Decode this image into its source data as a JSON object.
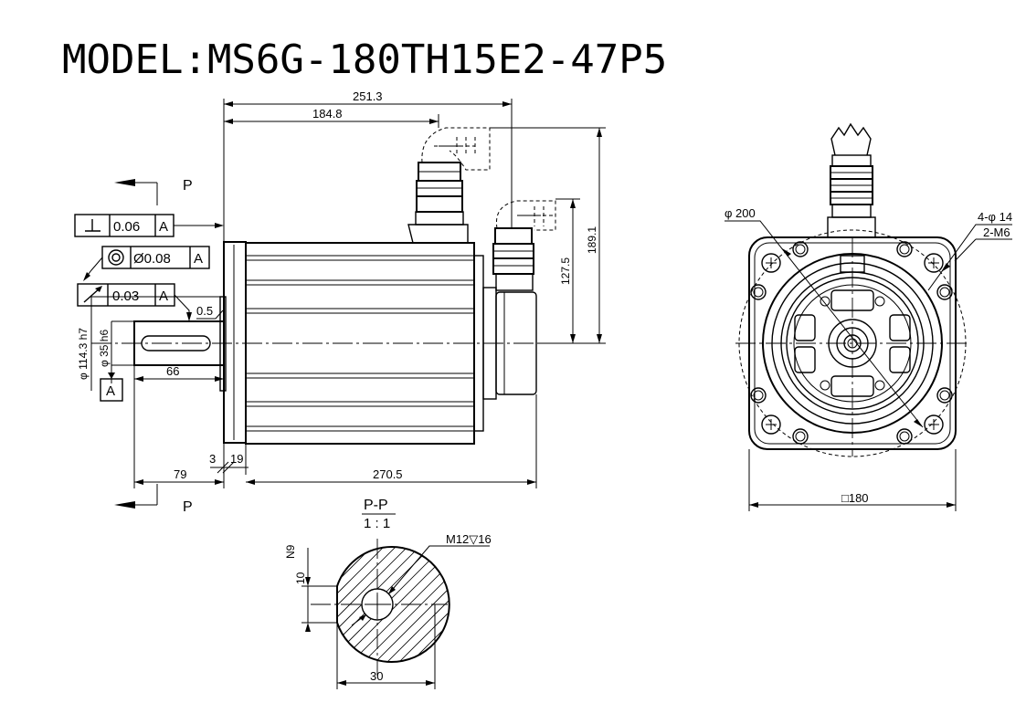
{
  "title": "MODEL:MS6G-180TH15E2-47P5",
  "side_view": {
    "dim_251_3": "251.3",
    "dim_184_8": "184.8",
    "dim_189_1": "189.1",
    "dim_127_5": "127.5",
    "dim_0_5": "0.5",
    "dim_66": "66",
    "dim_79": "79",
    "dim_3": "3",
    "dim_19": "19",
    "dim_270_5": "270.5",
    "dia_114_3": "φ 114.3  h7",
    "dia_35": "φ 35 h6",
    "section_mark": "P",
    "datum": "A"
  },
  "tolerances": [
    {
      "symbol": "perpendicularity",
      "value": "0.06",
      "datum": "A"
    },
    {
      "symbol": "concentricity",
      "value": "Ø0.08",
      "datum": "A"
    },
    {
      "symbol": "runout",
      "value": "0.03",
      "datum": "A"
    }
  ],
  "front_view": {
    "dia_200": "φ 200",
    "holes": "4-φ 14",
    "threads": "2-M6",
    "square": "□180"
  },
  "section": {
    "title": "P-P",
    "scale": "1 : 1",
    "thread": "M12▽16",
    "key_n9": "N9",
    "key_10": "10",
    "width_30": "30"
  }
}
